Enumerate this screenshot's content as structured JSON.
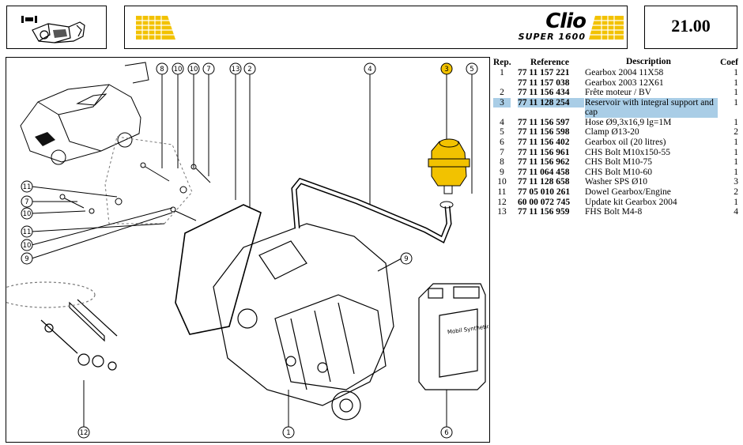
{
  "header": {
    "brand_name": "Clio",
    "brand_sub": "SUPER 1600",
    "page_number": "21.00"
  },
  "colors": {
    "accent_yellow": "#f2c200",
    "highlight_blue": "#a9cde6"
  },
  "icons": [
    "gearbox-icon",
    "stripes-logo-icon",
    "car-illustration",
    "jerrycan-illustration"
  ],
  "diagram": {
    "callouts_top": [
      "8",
      "10",
      "10",
      "7",
      "13",
      "2",
      "4",
      "3",
      "5"
    ],
    "callouts_left": [
      "11",
      "7",
      "10",
      "11",
      "10",
      "9"
    ],
    "callouts_bottom": [
      "12",
      "1",
      "6"
    ],
    "callout_right": "9",
    "can_label": "Mobil Synthetic lubricant"
  },
  "parts": {
    "headers": {
      "rep": "Rep.",
      "ref": "Reference",
      "desc": "Description",
      "coef": "Coef"
    },
    "rows": [
      {
        "rep": "1",
        "ref": "77 11 157 221",
        "desc": "Gearbox 2004 11X58",
        "coef": "1"
      },
      {
        "rep": "",
        "ref": "77 11 157 038",
        "desc": "Gearbox 2003 12X61",
        "coef": "1"
      },
      {
        "rep": "2",
        "ref": "77 11 156 434",
        "desc": "Frête moteur / BV",
        "coef": "1"
      },
      {
        "rep": "3",
        "ref": "77 11 128 254",
        "desc": "Reservoir with integral support and cap",
        "coef": "1"
      },
      {
        "rep": "4",
        "ref": "77 11 156 597",
        "desc": "Hose Ø9,3x16,9 lg=1M",
        "coef": "1"
      },
      {
        "rep": "5",
        "ref": "77 11 156 598",
        "desc": "Clamp Ø13-20",
        "coef": "2"
      },
      {
        "rep": "6",
        "ref": "77 11 156 402",
        "desc": "Gearbox oil (20 litres)",
        "coef": "1"
      },
      {
        "rep": "7",
        "ref": "77 11 156 961",
        "desc": "CHS Bolt M10x150-55",
        "coef": "1"
      },
      {
        "rep": "8",
        "ref": "77 11 156 962",
        "desc": "CHS Bolt M10-75",
        "coef": "1"
      },
      {
        "rep": "9",
        "ref": "77 11 064 458",
        "desc": "CHS Bolt M10-60",
        "coef": "1"
      },
      {
        "rep": "10",
        "ref": "77 11 128 658",
        "desc": "Washer SPS Ø10",
        "coef": "3"
      },
      {
        "rep": "11",
        "ref": "77 05 010 261",
        "desc": "Dowel Gearbox/Engine",
        "coef": "2"
      },
      {
        "rep": "12",
        "ref": "60 00 072 745",
        "desc": "Update kit Gearbox 2004",
        "coef": "1"
      },
      {
        "rep": "13",
        "ref": "77 11 156 959",
        "desc": "FHS Bolt M4-8",
        "coef": "4"
      }
    ]
  }
}
